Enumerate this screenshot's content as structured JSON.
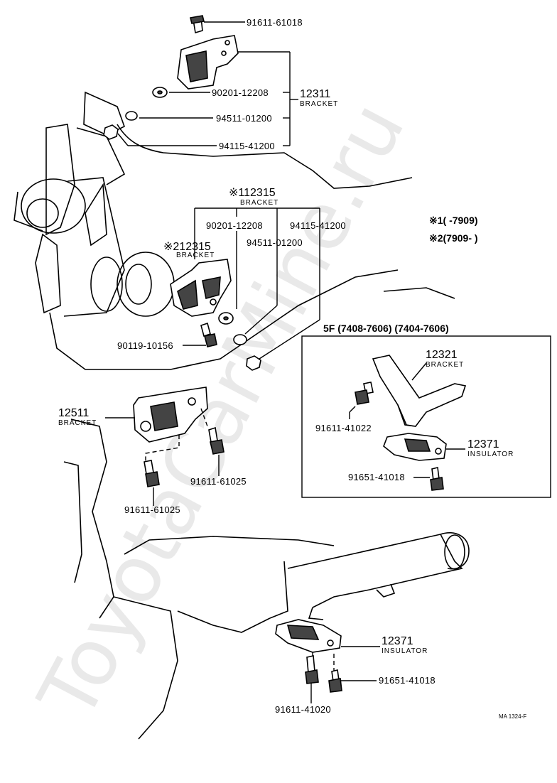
{
  "watermark": "ToyotaCarMine.ru",
  "notes": {
    "note1": "※1(        -7909)",
    "note2": "※2(7909-        )"
  },
  "inset_title": "5F (7408-7606) (7404-7606)",
  "drawing_code": "MA 1324-F",
  "labels": {
    "p_91611_61018": "91611-61018",
    "p_90201_12208_a": "90201-12208",
    "p_94511_01200_a": "94511-01200",
    "p_94115_41200_a": "94115-41200",
    "p_12311": "12311",
    "p_12311_name": "BRACKET",
    "p_112315": "※112315",
    "p_112315_name": "BRACKET",
    "p_90201_12208_b": "90201-12208",
    "p_94115_41200_b": "94115-41200",
    "p_94511_01200_b": "94511-01200",
    "p_212315": "※212315",
    "p_212315_name": "BRACKET",
    "p_90119_10156": "90119-10156",
    "p_12511": "12511",
    "p_12511_name": "BRACKET",
    "p_91611_61025_a": "91611-61025",
    "p_91611_61025_b": "91611-61025",
    "p_12321": "12321",
    "p_12321_name": "BRACKET",
    "p_91611_41022": "91611-41022",
    "p_12371_a": "12371",
    "p_12371_a_name": "INSULATOR",
    "p_91651_41018_a": "91651-41018",
    "p_12371_b": "12371",
    "p_12371_b_name": "INSULATOR",
    "p_91651_41018_b": "91651-41018",
    "p_91611_41020": "91611-41020"
  }
}
